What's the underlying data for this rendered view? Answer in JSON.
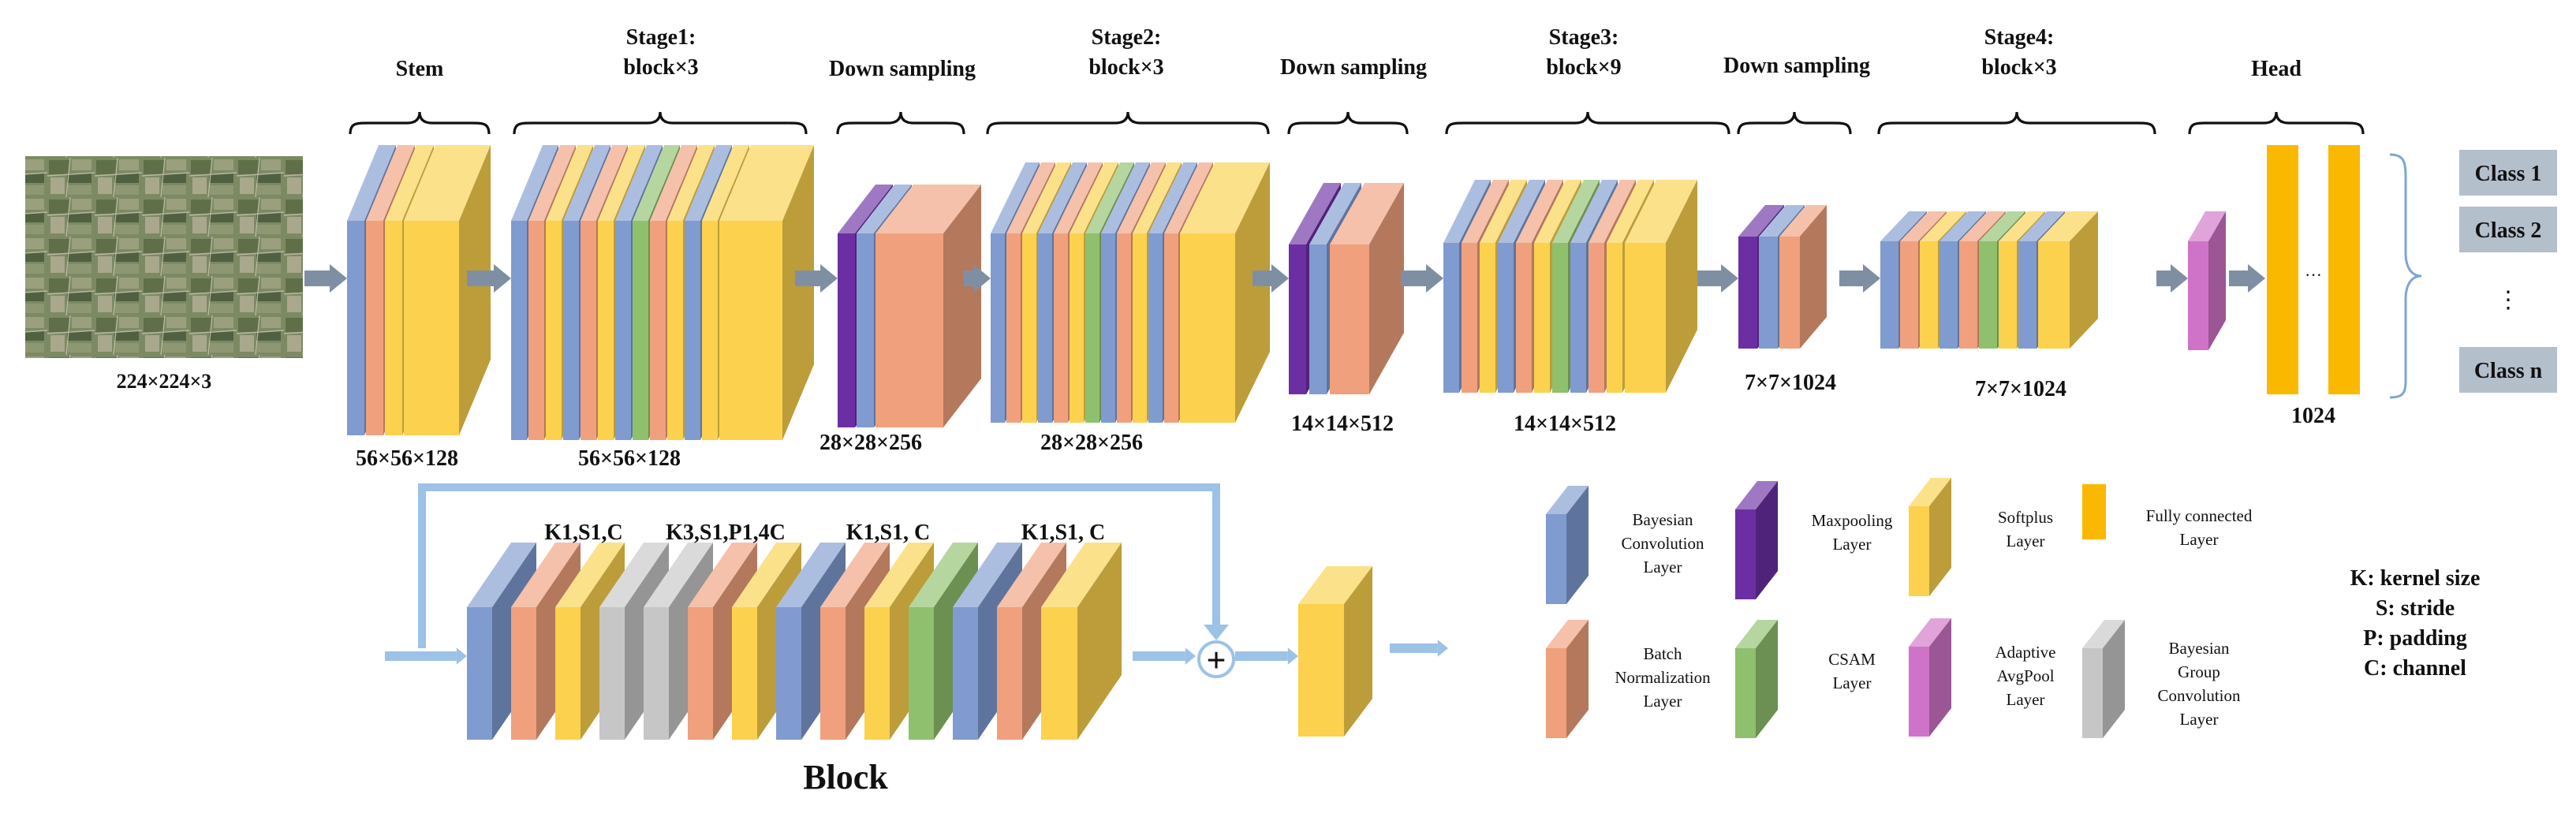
{
  "colors": {
    "bayesian_conv": "#7f9bd0",
    "batch_norm": "#f0a07c",
    "softplus": "#fbd14d",
    "maxpool": "#6b2fa3",
    "csam": "#8fc06d",
    "avgpool": "#cf73c8",
    "group_conv": "#c6c6c6",
    "fc": "#fbb800",
    "arrow": "#7f8fa3",
    "skip": "#9cc2e6",
    "class_box": "#b4bfcc"
  },
  "pipeline": {
    "stages": [
      {
        "id": "stem",
        "title_lines": [
          "Stem"
        ],
        "dims": "56×56×128"
      },
      {
        "id": "stage1",
        "title_lines": [
          "Stage1:",
          "block×3"
        ],
        "dims": "56×56×128"
      },
      {
        "id": "ds1",
        "title_lines": [
          "Down sampling"
        ],
        "dims": "28×28×256"
      },
      {
        "id": "stage2",
        "title_lines": [
          "Stage2:",
          "block×3"
        ],
        "dims": "28×28×256"
      },
      {
        "id": "ds2",
        "title_lines": [
          "Down sampling"
        ],
        "dims": "14×14×512"
      },
      {
        "id": "stage3",
        "title_lines": [
          "Stage3:",
          "block×9"
        ],
        "dims": "14×14×512"
      },
      {
        "id": "ds3",
        "title_lines": [
          "Down sampling"
        ],
        "dims": "7×7×1024"
      },
      {
        "id": "stage4",
        "title_lines": [
          "Stage4:",
          "block×3"
        ],
        "dims": "7×7×1024"
      },
      {
        "id": "head",
        "title_lines": [
          "Head"
        ],
        "dims": "1024"
      }
    ],
    "input_dims": "224×224×3",
    "fc_ellipsis": "···",
    "classes": [
      "Class 1",
      "Class 2",
      "Class n"
    ],
    "class_ellipsis": "⋮"
  },
  "block": {
    "title": "Block",
    "group_labels": [
      "K1,S1,C",
      "K3,S1,P1,4C",
      "K1,S1, C",
      "K1,S1, C"
    ],
    "add_symbol": "+"
  },
  "legend": {
    "items": [
      {
        "key": "bayesian_conv",
        "lines": [
          "Bayesian",
          "Convolution",
          "Layer"
        ]
      },
      {
        "key": "maxpool",
        "lines": [
          "Maxpooling",
          "Layer"
        ]
      },
      {
        "key": "softplus",
        "lines": [
          "Softplus",
          "Layer"
        ]
      },
      {
        "key": "fc",
        "lines": [
          "Fully connected",
          "Layer"
        ]
      },
      {
        "key": "batch_norm",
        "lines": [
          "Batch",
          "Normalization",
          "Layer"
        ]
      },
      {
        "key": "csam",
        "lines": [
          "CSAM",
          "Layer"
        ]
      },
      {
        "key": "avgpool",
        "lines": [
          "Adaptive",
          "AvgPool",
          "Layer"
        ]
      },
      {
        "key": "group_conv",
        "lines": [
          "Bayesian",
          "Group",
          "Convolution",
          "Layer"
        ]
      }
    ],
    "abbreviations": [
      "K: kernel size",
      "S: stride",
      "P: padding",
      "C: channel"
    ]
  }
}
